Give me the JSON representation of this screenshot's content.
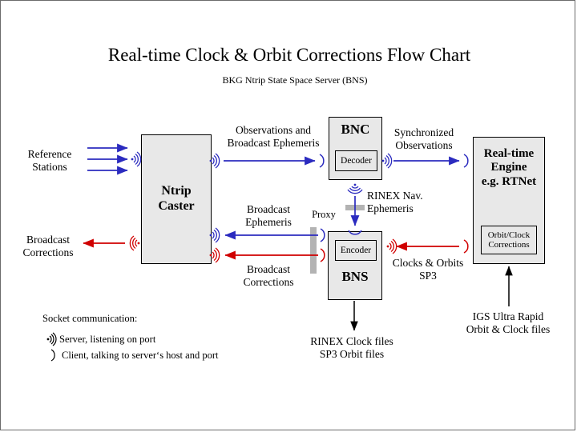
{
  "page": {
    "title": "Real-time Clock & Orbit Corrections Flow Chart",
    "subtitle": "BKG Ntrip State Space Server  (BNS)"
  },
  "colors": {
    "blue": "#2b2bbf",
    "red": "#d00000",
    "black": "#000000",
    "box_fill": "#e8e8e8",
    "proxy_gray": "#b3b3b3",
    "border": "#6b6b6b"
  },
  "boxes": {
    "ntrip_caster": {
      "title": "Ntrip\nCaster",
      "line1": "Ntrip",
      "line2": "Caster"
    },
    "bnc": {
      "title": "BNC",
      "inner": "Decoder"
    },
    "bns": {
      "title": "BNS",
      "inner": "Encoder"
    },
    "engine": {
      "line1": "Real-time",
      "line2": "Engine",
      "line3": "e.g. RTNet",
      "inner_line1": "Orbit/Clock",
      "inner_line2": "Corrections"
    }
  },
  "labels": {
    "reference_stations_l1": "Reference",
    "reference_stations_l2": "Stations",
    "broadcast_corrections_left_l1": "Broadcast",
    "broadcast_corrections_left_l2": "Corrections",
    "observations_l1": "Observations and",
    "observations_l2": "Broadcast Ephemeris",
    "synchronized_l1": "Synchronized",
    "synchronized_l2": "Observations",
    "rinex_nav_l1": "RINEX Nav.",
    "rinex_nav_l2": "Ephemeris",
    "proxy": "Proxy",
    "broadcast_ephemeris_l1": "Broadcast",
    "broadcast_ephemeris_l2": "Ephemeris",
    "broadcast_corrections_mid_l1": "Broadcast",
    "broadcast_corrections_mid_l2": "Corrections",
    "clocks_orbits_l1": "Clocks & Orbits",
    "clocks_orbits_l2": "SP3",
    "rinex_clock_files_l1": "RINEX Clock files",
    "rinex_clock_files_l2": "SP3 Orbit files",
    "igs_l1": "IGS Ultra Rapid",
    "igs_l2": "Orbit & Clock files"
  },
  "legend": {
    "heading": "Socket communication:",
    "server_icon": "server-socket-icon",
    "server_text": "Server, listening on port",
    "client_icon": "client-socket-icon",
    "client_text": "Client, talking to server‘s host and port"
  }
}
